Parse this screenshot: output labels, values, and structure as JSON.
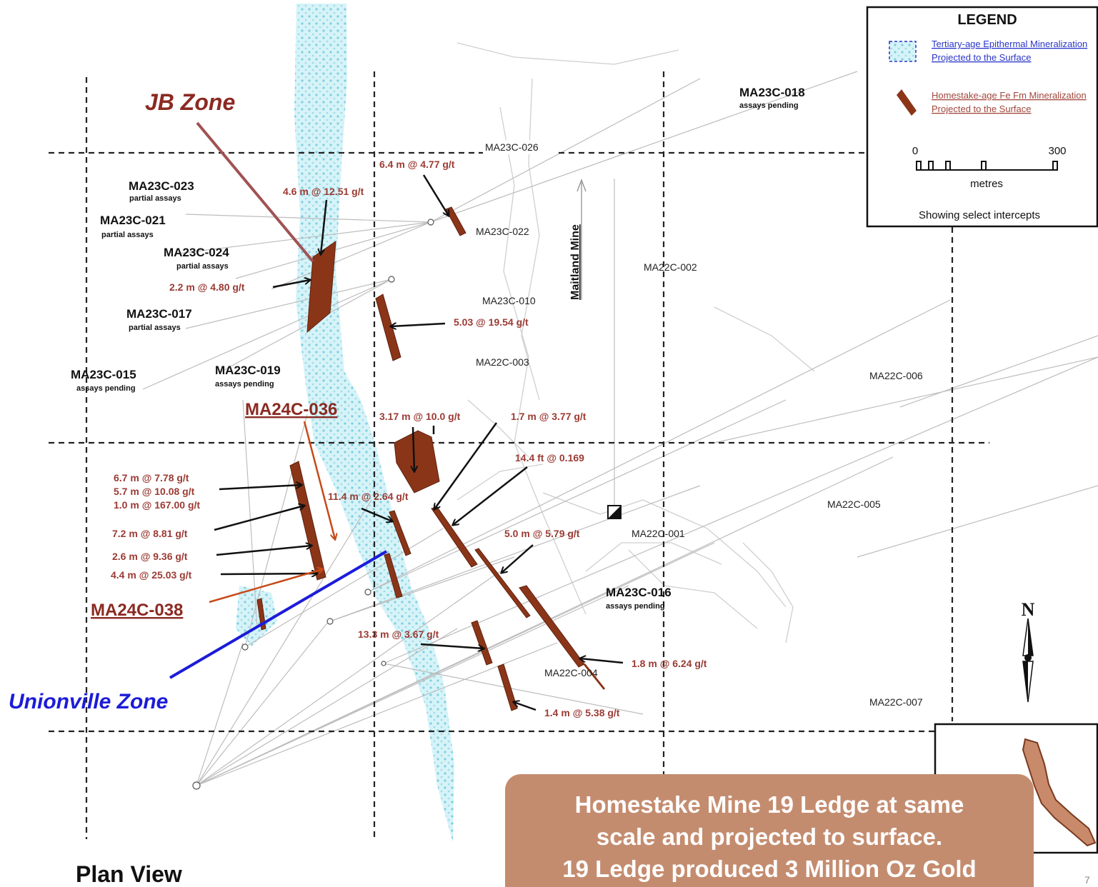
{
  "legend": {
    "title": "LEGEND",
    "items": [
      {
        "label_line1": "Tertiary-age Epithermal Mineralization",
        "label_line2": "Projected to the Surface",
        "color": "#2a35c9"
      },
      {
        "label_line1": "Homestake-age Fe Fm Mineralization",
        "label_line2": "Projected to the Surface",
        "color": "#a1463c"
      }
    ],
    "scale_min": "0",
    "scale_max": "300",
    "scale_unit": "metres",
    "note": "Showing select  intercepts"
  },
  "zones": {
    "jb": "JB Zone",
    "unionville": "Unionville Zone"
  },
  "new_holes": {
    "ma24c_036": "MA24C-036",
    "ma24c_038": "MA24C-038"
  },
  "mine_label": "Maitland Mine",
  "drill_holes": [
    {
      "id": "MA23C-018",
      "status": "assays pending"
    },
    {
      "id": "MA23C-023",
      "status": "partial assays"
    },
    {
      "id": "MA23C-021",
      "status": "partial assays"
    },
    {
      "id": "MA23C-024",
      "status": "partial assays"
    },
    {
      "id": "MA23C-017",
      "status": "partial assays"
    },
    {
      "id": "MA23C-015",
      "status": "assays pending"
    },
    {
      "id": "MA23C-019",
      "status": "assays pending"
    },
    {
      "id": "MA23C-016",
      "status": "assays pending"
    }
  ],
  "hole_ids": [
    "MA23C-026",
    "MA23C-022",
    "MA22C-002",
    "MA23C-010",
    "MA22C-003",
    "MA22C-006",
    "MA22C-005",
    "MA22C-001",
    "MA22C-004",
    "MA22C-007"
  ],
  "intercepts": [
    "6.4 m @ 4.77 g/t",
    "4.6 m @ 12.51 g/t",
    "2.2 m @ 4.80 g/t",
    "5.03 @ 19.54 g/t",
    "3.17 m @  10.0 g/t",
    "1.7 m @ 3.77 g/t",
    "14.4 ft @ 0.169",
    "6.7 m @ 7.78 g/t",
    "5.7 m @ 10.08 g/t",
    "1.0 m @ 167.00 g/t",
    "11.4 m @ 2.64 g/t",
    "7.2 m @ 8.81 g/t",
    "2.6 m @ 9.36 g/t",
    "4.4 m @ 25.03 g/t",
    "5.0 m @ 5.79 g/t",
    "13.3 m @ 3.67 g/t",
    "1.8 m @ 6.24 g/t",
    "1.4 m @ 5.38 g/t"
  ],
  "north_label": "N",
  "callout": {
    "line1": "Homestake Mine 19 Ledge at same",
    "line2": "scale and projected to surface.",
    "line3": "19 Ledge produced 3 Million Oz Gold"
  },
  "plan_view": "Plan View",
  "page_number": "7",
  "colors": {
    "homestake": "#8b3518",
    "epithermal": "#bfeaf2",
    "jb_zone": "#8b2a22",
    "unionville": "#1c1cd9",
    "callout_bg": "#c48c6f"
  }
}
